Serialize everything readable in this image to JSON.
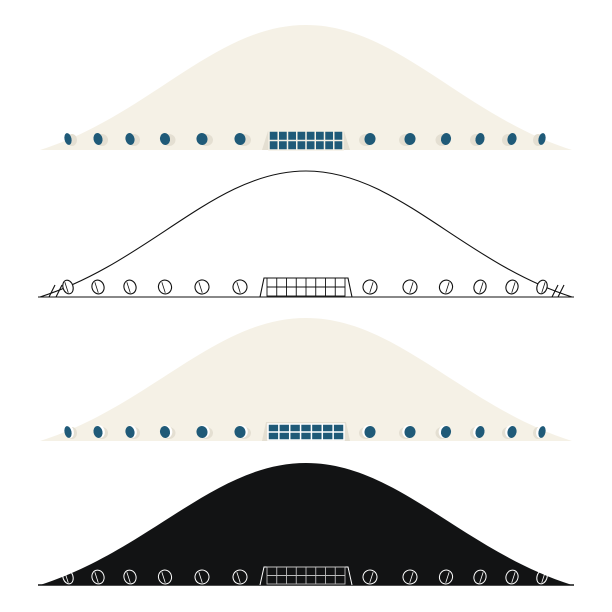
{
  "colors": {
    "background": "#ffffff",
    "dome_fill": "#f5f1e6",
    "shadow": "#e4dfd2",
    "window_blue": "#1f5a78",
    "line": "#111111",
    "silhouette": "#121314",
    "silhouette_detail": "#ffffff",
    "silhouette_grid": "#bbbbbb"
  },
  "icons": [
    {
      "id": "dome-flat",
      "style": "flat-color"
    },
    {
      "id": "dome-outline",
      "style": "line-art"
    },
    {
      "id": "dome-flat-alt",
      "style": "flat-color-with-outlines"
    },
    {
      "id": "dome-silhouette",
      "style": "solid-silhouette"
    }
  ]
}
